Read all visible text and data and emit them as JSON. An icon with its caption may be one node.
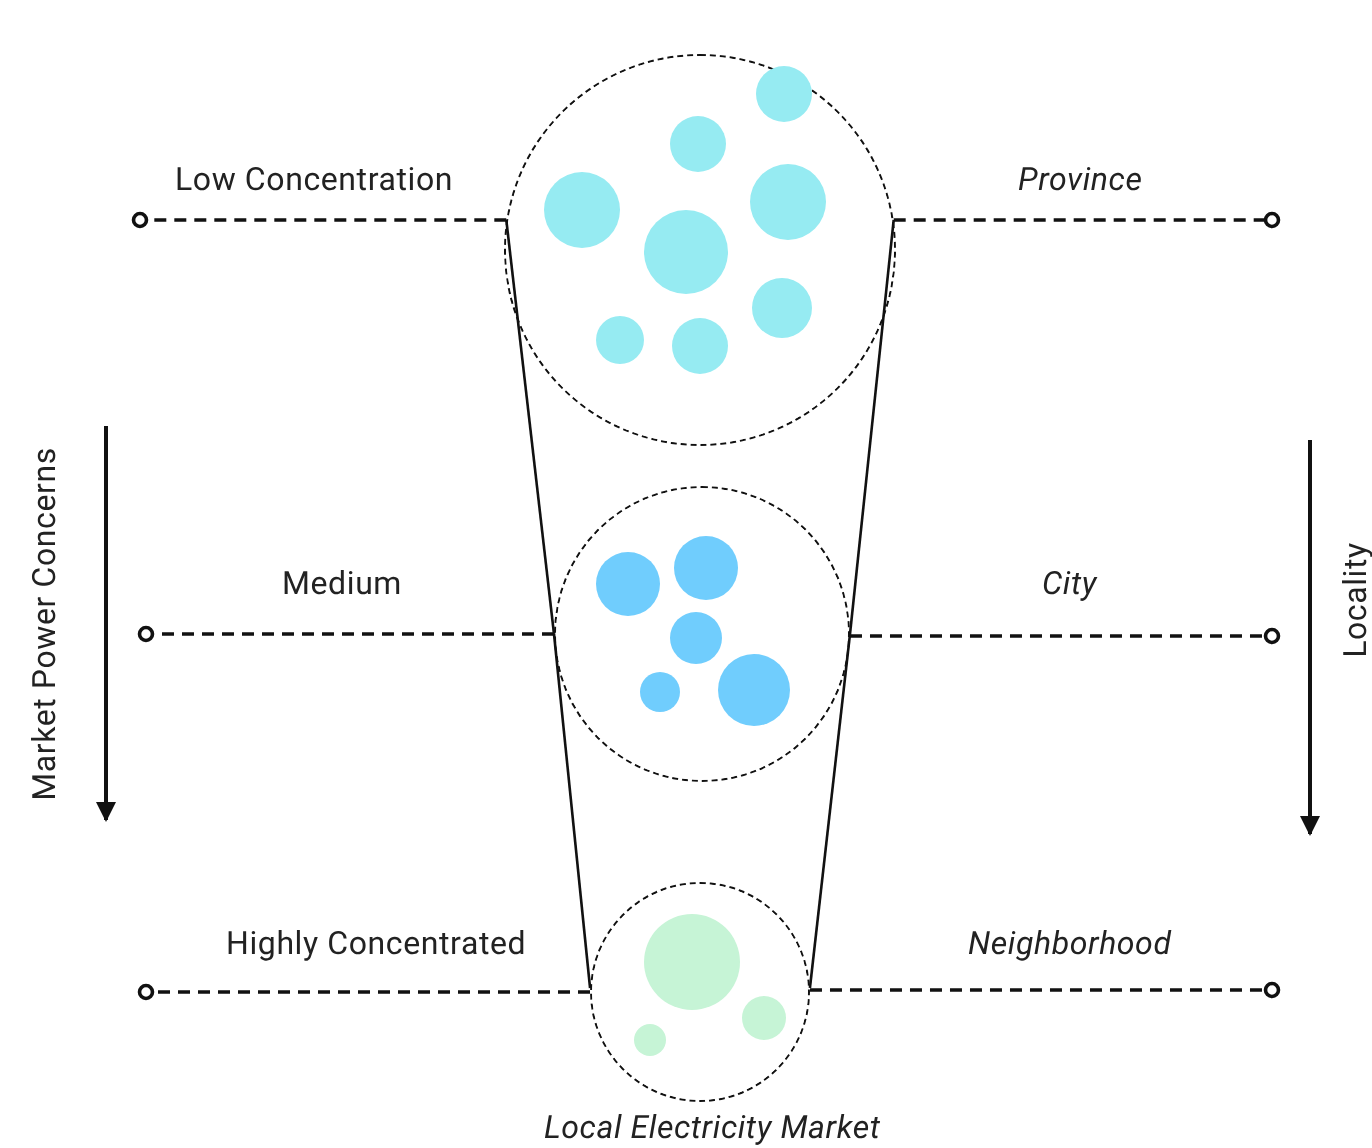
{
  "diagram": {
    "nodes": [
      {
        "text": [],
        "shape": "circle"
      },
      {
        "text": [],
        "shape": "circle"
      },
      {
        "text": [],
        "shape": "circle",
        "beside": [
          "Local Electricity Market"
        ]
      }
    ],
    "edges": [
      {
        "from": 0,
        "to": null,
        "arrow": "other",
        "style": "dashed"
      },
      {
        "from": 0,
        "to": null,
        "arrow": "other",
        "style": "dashed"
      },
      {
        "from": 1,
        "to": null,
        "arrow": "other",
        "style": "dashed"
      },
      {
        "from": 1,
        "to": null,
        "arrow": "other",
        "style": "dashed"
      },
      {
        "from": 2,
        "to": null,
        "arrow": "other",
        "style": "dashed"
      },
      {
        "from": 2,
        "to": null,
        "arrow": "other",
        "style": "dashed"
      },
      {
        "from": 0,
        "to": 1,
        "arrow": "none"
      },
      {
        "from": 1,
        "to": 2,
        "arrow": "none"
      },
      {
        "from": 0,
        "to": 1,
        "arrow": "none"
      },
      {
        "from": 1,
        "to": 2,
        "arrow": "none"
      }
    ],
    "labels": [
      "Low Concentration",
      "Province",
      "Market Power Concerns",
      "Medium",
      "City",
      "Locality",
      "Highly Concentrated",
      "Neighborhood"
    ]
  }
}
